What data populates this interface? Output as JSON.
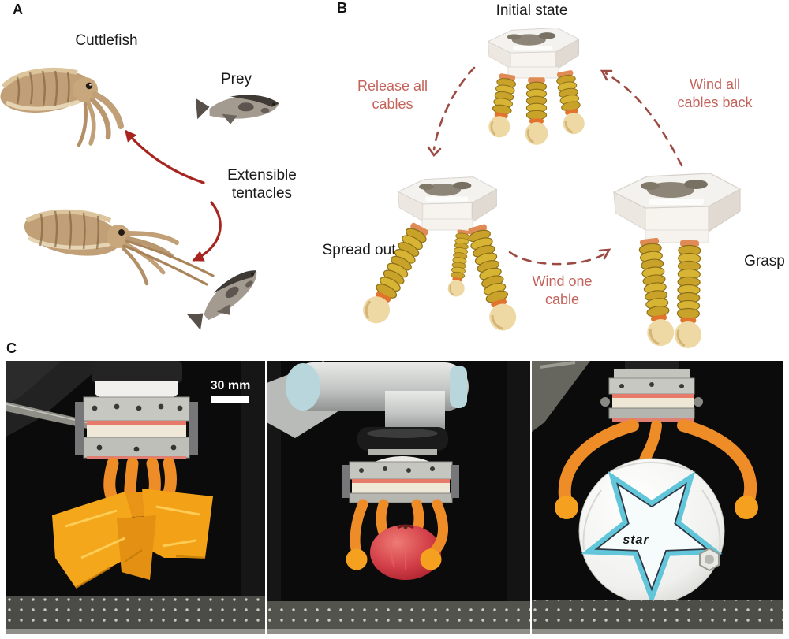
{
  "panel_a": {
    "label": "A",
    "cuttlefish_label": "Cuttlefish",
    "prey_label": "Prey",
    "tentacles_label": "Extensible\ntentacles"
  },
  "panel_b": {
    "label": "B",
    "state_initial": "Initial state",
    "state_spread": "Spread out",
    "state_grasp": "Grasp",
    "transition_release": "Release all\ncables",
    "transition_wind_back": "Wind all\ncables back",
    "transition_wind_one": "Wind one\ncable"
  },
  "panel_c": {
    "label": "C",
    "scale_bar_label": "30 mm",
    "ball_brand": "star"
  },
  "colors": {
    "annotation_arrow_red": "#a8241f",
    "transition_text_red": "#c4635c",
    "transition_arc_red": "#9c4a42",
    "tentacle_orange": "#ee8c28",
    "tentacle_tip_orange": "#f5a01e",
    "coil_gold": "#c9a22a",
    "bag_orange": "#f5a71c",
    "apple_red": "#c22f38",
    "ball_star_cyan": "#62c6da",
    "gasket_pink": "#e87a6a",
    "photo_background": "#0b0b0b"
  }
}
